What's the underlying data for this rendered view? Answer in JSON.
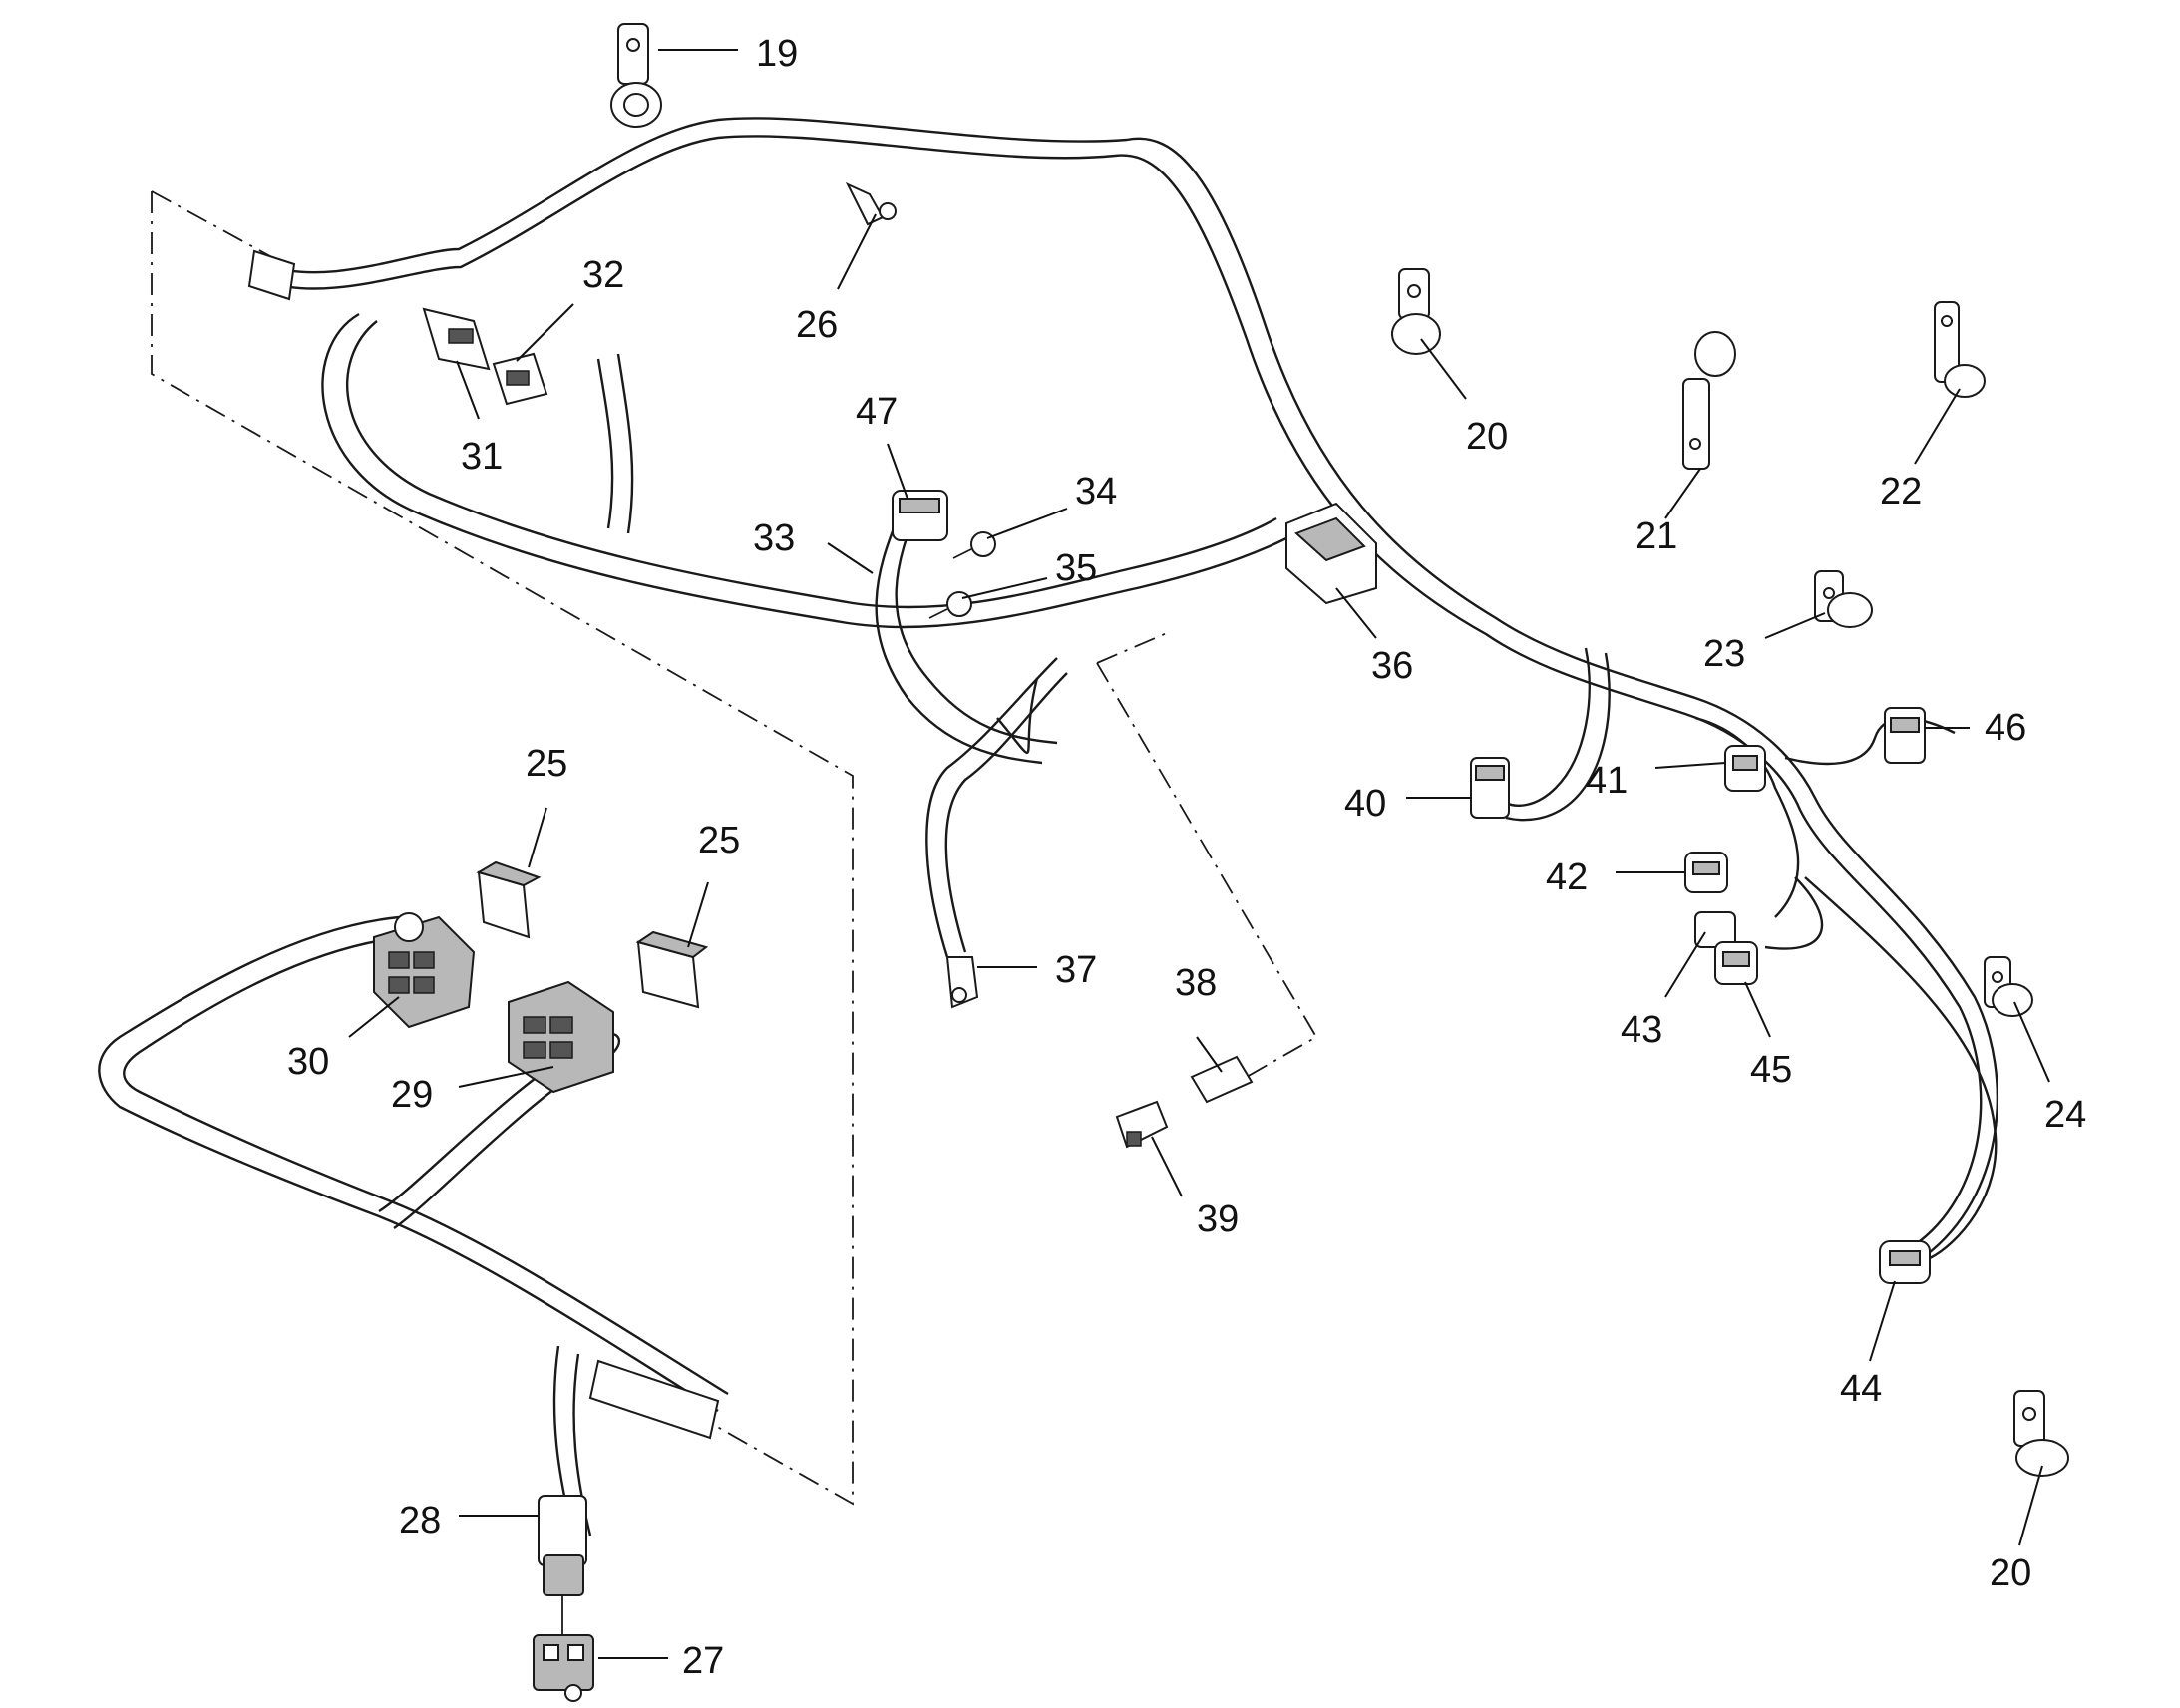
{
  "callouts": {
    "c19": "19",
    "c20a": "20",
    "c20b": "20",
    "c21": "21",
    "c22": "22",
    "c23": "23",
    "c24": "24",
    "c25a": "25",
    "c25b": "25",
    "c26": "26",
    "c27": "27",
    "c28": "28",
    "c29": "29",
    "c30": "30",
    "c31": "31",
    "c32": "32",
    "c33": "33",
    "c34": "34",
    "c35": "35",
    "c36": "36",
    "c37": "37",
    "c38": "38",
    "c39": "39",
    "c40": "40",
    "c41": "41",
    "c42": "42",
    "c43": "43",
    "c44": "44",
    "c45": "45",
    "c46": "46",
    "c47": "47"
  }
}
